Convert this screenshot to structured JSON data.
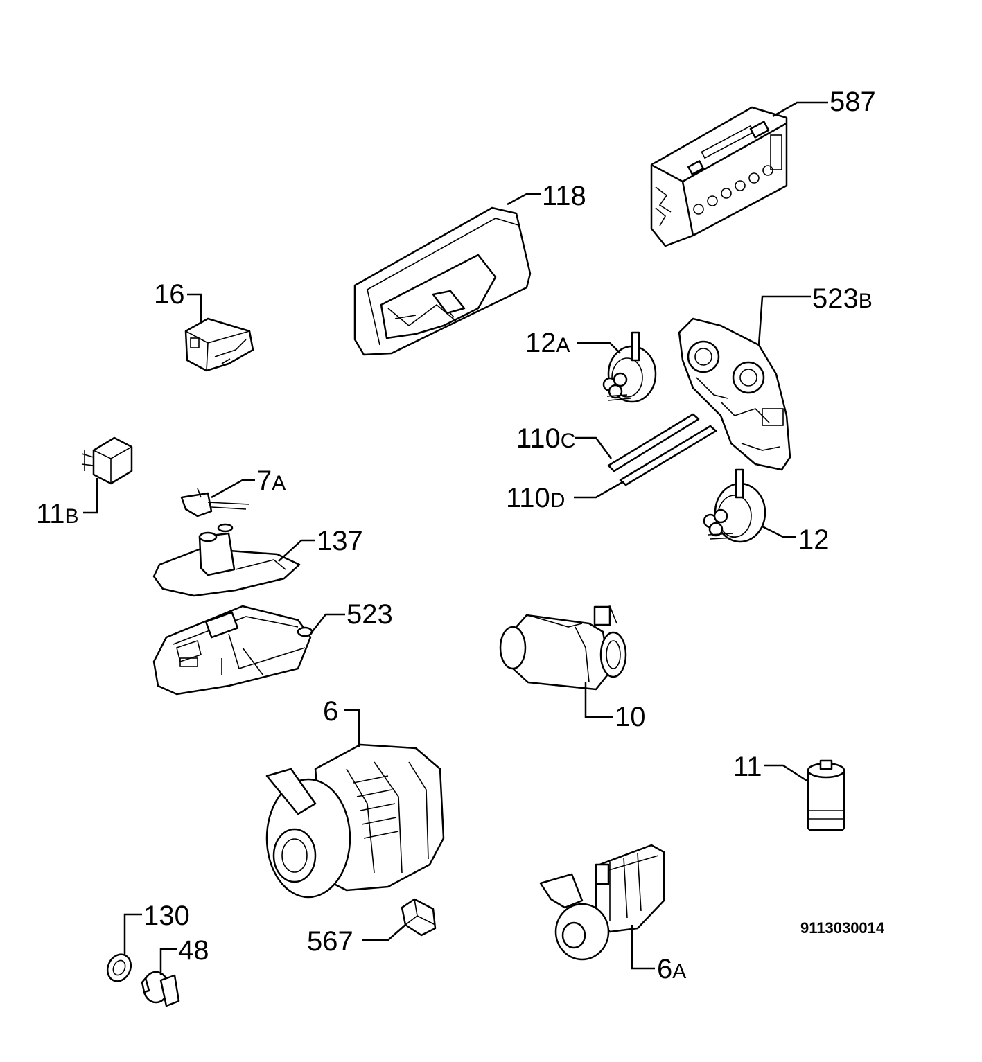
{
  "diagram_code": "9113030014",
  "parts": [
    {
      "key": "p587",
      "num": "587",
      "sfx": ""
    },
    {
      "key": "p118",
      "num": "118",
      "sfx": ""
    },
    {
      "key": "p16",
      "num": "16",
      "sfx": ""
    },
    {
      "key": "p523b",
      "num": "523",
      "sfx": "B"
    },
    {
      "key": "p12a",
      "num": "12",
      "sfx": "A"
    },
    {
      "key": "p110c",
      "num": "110",
      "sfx": "C"
    },
    {
      "key": "p110d",
      "num": "110",
      "sfx": "D"
    },
    {
      "key": "p12",
      "num": "12",
      "sfx": ""
    },
    {
      "key": "p11b",
      "num": "11",
      "sfx": "B"
    },
    {
      "key": "p7a",
      "num": "7",
      "sfx": "A"
    },
    {
      "key": "p137",
      "num": "137",
      "sfx": ""
    },
    {
      "key": "p523",
      "num": "523",
      "sfx": ""
    },
    {
      "key": "p10",
      "num": "10",
      "sfx": ""
    },
    {
      "key": "p6",
      "num": "6",
      "sfx": ""
    },
    {
      "key": "p11",
      "num": "11",
      "sfx": ""
    },
    {
      "key": "p130",
      "num": "130",
      "sfx": ""
    },
    {
      "key": "p48",
      "num": "48",
      "sfx": ""
    },
    {
      "key": "p567",
      "num": "567",
      "sfx": ""
    },
    {
      "key": "p6a",
      "num": "6",
      "sfx": "A"
    }
  ]
}
